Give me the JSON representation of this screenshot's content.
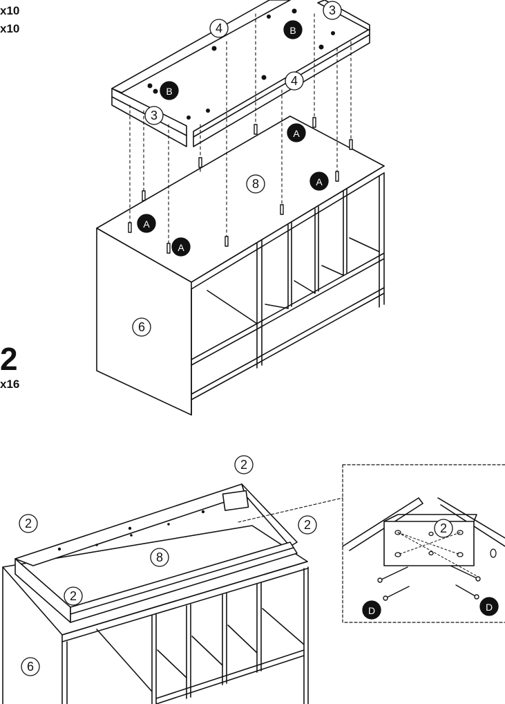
{
  "step1": {
    "quantities": [
      "x10",
      "x10"
    ],
    "callouts": {
      "part_3": "3",
      "part_4": "4",
      "part_8": "8",
      "part_6": "6",
      "hardware_a": "A",
      "hardware_b": "B"
    }
  },
  "step2": {
    "number": "2",
    "quantity": "x16",
    "callouts": {
      "part_2": "2",
      "part_8": "8",
      "part_6": "6",
      "hardware_d": "D"
    }
  },
  "colors": {
    "line": "#111111",
    "fill": "#ffffff",
    "badge": "#111111"
  }
}
